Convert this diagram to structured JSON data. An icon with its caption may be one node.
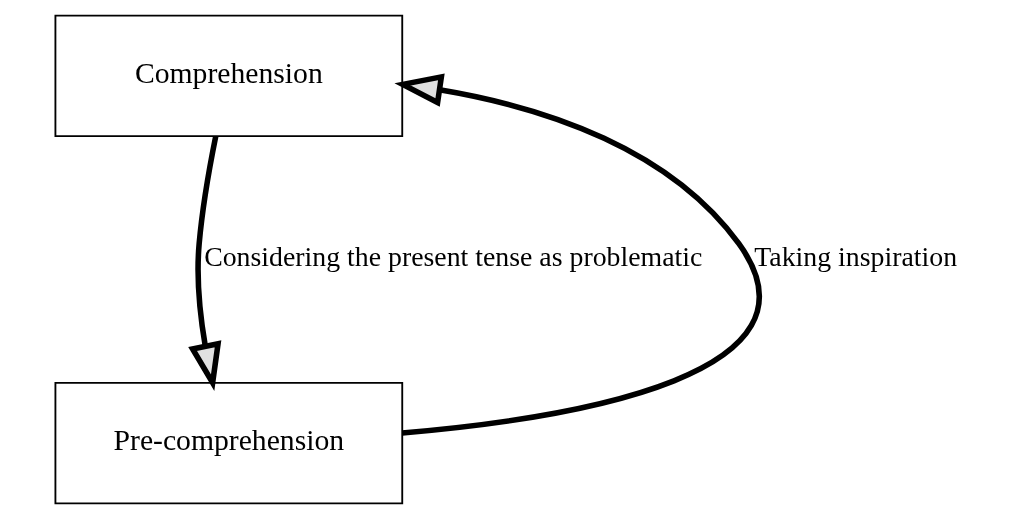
{
  "diagram": {
    "nodes": [
      {
        "text": [
          "Comprehension"
        ]
      },
      {
        "text": [
          "Pre-comprehension"
        ]
      }
    ],
    "edges": [
      {
        "from": 0,
        "to": 1,
        "arrow": "to",
        "label": "Considering the present tense as problematic"
      },
      {
        "from": 1,
        "to": 0,
        "arrow": "to",
        "label": "Taking inspiration"
      }
    ]
  }
}
